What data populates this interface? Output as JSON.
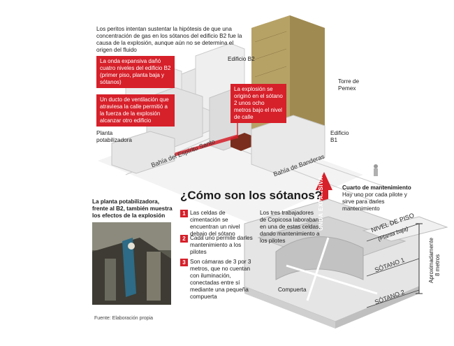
{
  "intro": "Los peritos intentan sustentar la hipótesis de que una concentración de gas en los sótanos del edificio B2 fue la causa de la explosión, aunque aún no se determina el origen del fluido",
  "labels": {
    "edificio_b2": "Edificio B2",
    "torre_pemex": "Torre de Pemex",
    "edificio_b1": "Edificio B1",
    "planta_potabilizadora": "Planta potabilizadora",
    "bahia_espiritu_santo": "Bahía del Espíritu Santo",
    "bahia_banderas": "Bahía de Banderas",
    "onda_expansiva_arrow": "ONDA EXPANSIVA",
    "cuarto_title": "Cuarto de mantenimiento",
    "cuarto_text": "Hay uno por cada pilote y sirve para darles mantenimiento",
    "compuerta": "Compuerta",
    "nivel_piso": "NIVEL DE PISO",
    "planta_baja": "(Planta baja)",
    "sotano1": "SÓTANO 1",
    "sotano2": "SÓTANO 2",
    "aprox": "Aproximadamente",
    "metros": "8 metros"
  },
  "callouts": {
    "onda": "La onda expansiva dañó cuatro niveles del edificio B2 (primer piso, planta baja y sótanos)",
    "ducto": "Un ducto de ventilación que atraviesa la calle permitió a la fuerza de la explosión alcanzar otro edificio",
    "explosion": "La explosión se originó en el sótano 2 unos ocho metros bajo el nivel de calle"
  },
  "headline": "¿Cómo son los sótanos?",
  "items": [
    {
      "n": "1",
      "text": "Las celdas de cimentación se encuentran un nivel debajo del sótano"
    },
    {
      "n": "2",
      "text": "Cada uno permite darles mantenimiento a los pilotes"
    },
    {
      "n": "3",
      "text": "Son cámaras de 3 por 3 metros, que no cuentan con iluminación, conectadas entre sí mediante una pequeña compuerta"
    }
  ],
  "workers_note": "Los tres trabajadores de Copicosa laboraban en una de estas celdas, dando mantenimiento a los pilotes",
  "photo_caption": "La planta potabilizadora, frente al B2, también muestra los efectos de la explosión",
  "source": "Fuente: Elaboración propia",
  "colors": {
    "accent": "#d6202a",
    "tower": "#b8a36a",
    "building": "#e8e8e8"
  }
}
